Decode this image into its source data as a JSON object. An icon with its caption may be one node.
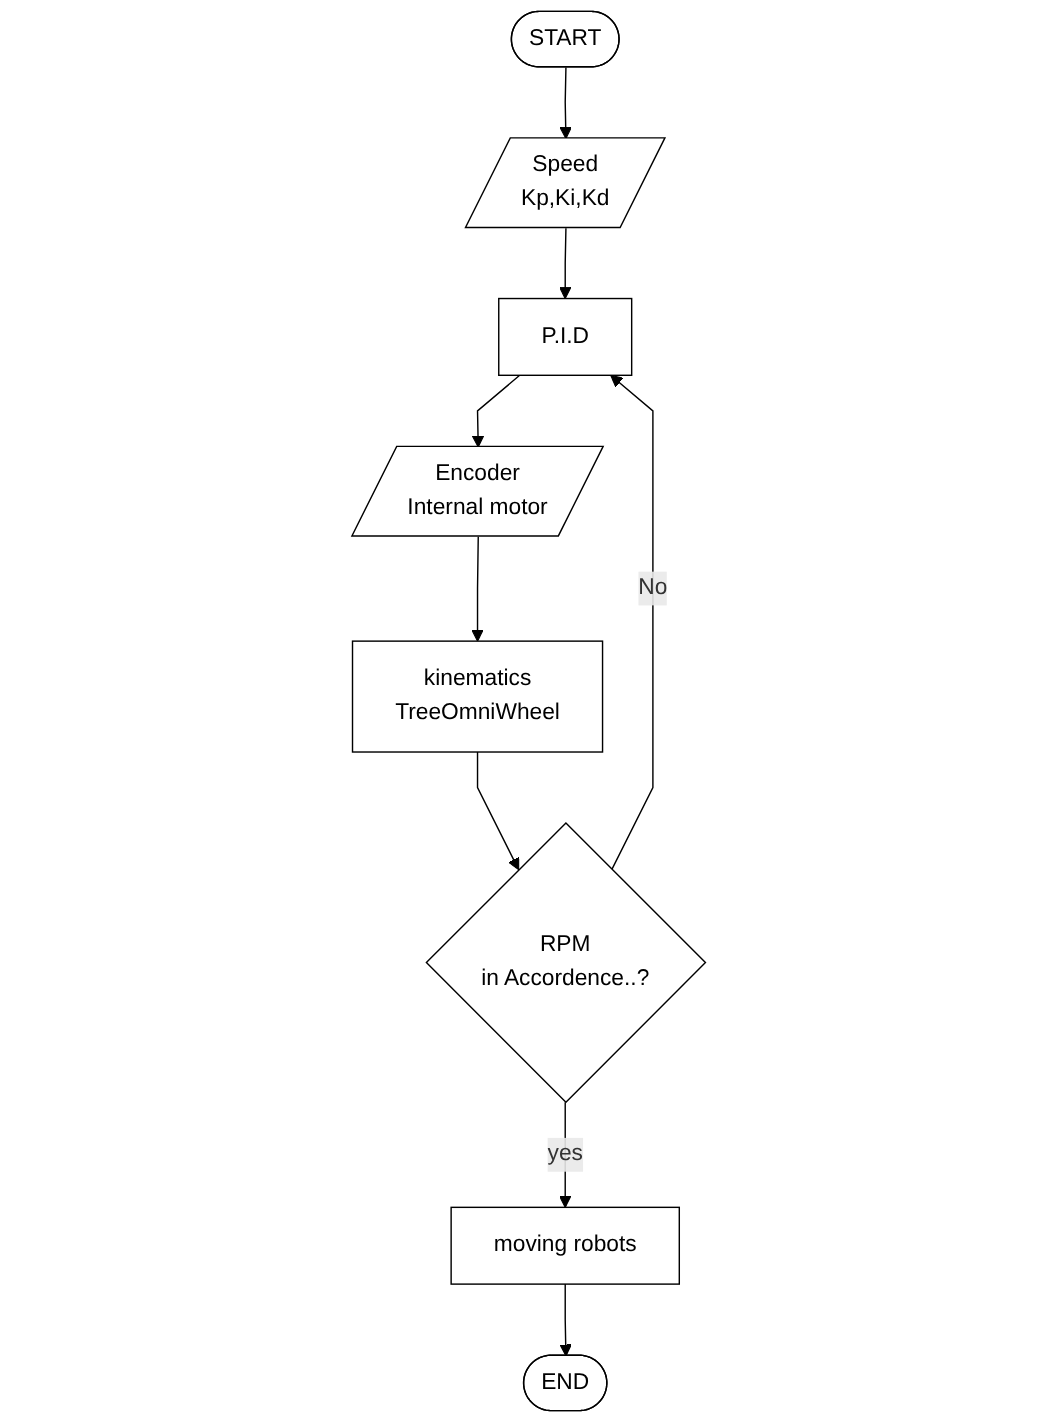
{
  "diagram": {
    "nodes": [
      {
        "text": [
          "START"
        ]
      },
      {
        "text": [
          "Speed",
          "Kp,Ki,Kd"
        ]
      },
      {
        "text": [
          "P.I.D"
        ]
      },
      {
        "text": [
          "Encoder",
          "Internal motor"
        ]
      },
      {
        "text": [
          "kinematics",
          "TreeOmniWheel"
        ]
      },
      {
        "text": [
          "RPM",
          "in Accordence..?"
        ]
      },
      {
        "text": [
          "moving robots"
        ]
      },
      {
        "text": [
          "END"
        ]
      }
    ],
    "edges": [
      {
        "from": 0,
        "to": 1,
        "arrow": "to"
      },
      {
        "from": 1,
        "to": 2,
        "arrow": "to"
      },
      {
        "from": 2,
        "to": 3,
        "arrow": "to"
      },
      {
        "from": 3,
        "to": 4,
        "arrow": "to"
      },
      {
        "from": 4,
        "to": 5,
        "arrow": "to"
      },
      {
        "from": 5,
        "to": 2,
        "label": "No",
        "arrow": "to"
      },
      {
        "from": 5,
        "to": 6,
        "label": "yes",
        "arrow": "to"
      },
      {
        "from": 6,
        "to": 7,
        "arrow": "to"
      }
    ]
  }
}
